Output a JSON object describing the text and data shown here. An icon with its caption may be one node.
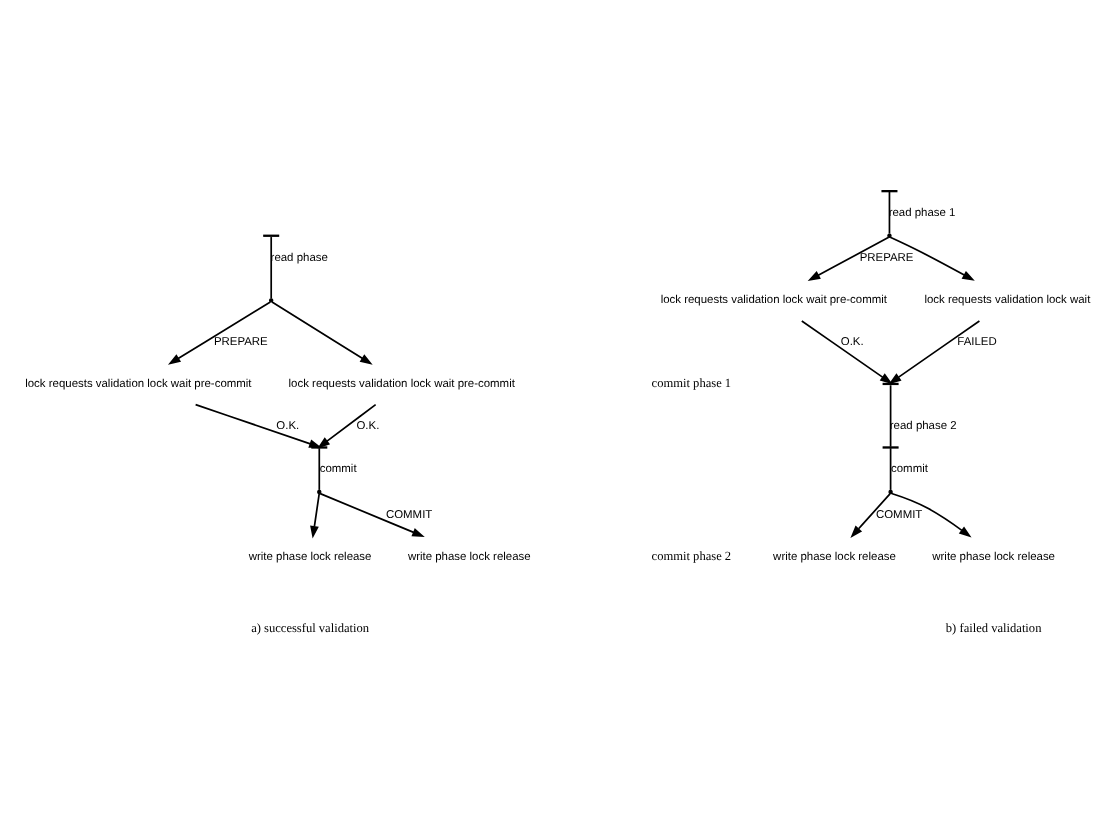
{
  "diagram": {
    "nodes": [
      {
        "text": [],
        "shape": "bar"
      },
      {
        "text": [],
        "shape": "point"
      },
      {
        "text": [
          "lock requests validation lock wait pre-commit"
        ]
      },
      {
        "text": [
          "lock requests validation lock wait pre-commit"
        ]
      },
      {
        "text": [],
        "shape": "bar"
      },
      {
        "text": [],
        "shape": "point"
      },
      {
        "text": [
          "write phase lock release"
        ]
      },
      {
        "text": [
          "write phase lock release"
        ]
      },
      {
        "text": [],
        "shape": "bar"
      },
      {
        "text": [],
        "shape": "point"
      },
      {
        "text": [
          "lock requests validation lock wait pre-commit"
        ]
      },
      {
        "text": [
          "lock requests validation lock wait"
        ]
      },
      {
        "text": [],
        "shape": "bar"
      },
      {
        "text": [],
        "shape": "bar"
      },
      {
        "text": [],
        "shape": "point"
      },
      {
        "text": [
          "write phase lock release"
        ]
      },
      {
        "text": [
          "write phase lock release"
        ]
      }
    ],
    "edges": [
      {
        "from": 0,
        "to": 1,
        "arrow": "none",
        "label": "read phase"
      },
      {
        "from": 1,
        "to": 2,
        "arrow": "to",
        "label": "PREPARE"
      },
      {
        "from": 1,
        "to": 3,
        "arrow": "to"
      },
      {
        "from": 2,
        "to": 4,
        "arrow": "to",
        "label": "O.K."
      },
      {
        "from": 3,
        "to": 4,
        "arrow": "to",
        "label": "O.K."
      },
      {
        "from": 4,
        "to": 5,
        "arrow": "none",
        "label": "commit"
      },
      {
        "from": 5,
        "to": 6,
        "arrow": "to"
      },
      {
        "from": 5,
        "to": 7,
        "arrow": "to",
        "label": "COMMIT"
      },
      {
        "from": 8,
        "to": 9,
        "arrow": "none",
        "label": "read phase 1"
      },
      {
        "from": 9,
        "to": 10,
        "arrow": "to",
        "label": "PREPARE"
      },
      {
        "from": 9,
        "to": 11,
        "arrow": "to"
      },
      {
        "from": 10,
        "to": 12,
        "arrow": "to",
        "label": "O.K."
      },
      {
        "from": 11,
        "to": 12,
        "arrow": "to",
        "label": "FAILED"
      },
      {
        "from": 12,
        "to": 13,
        "arrow": "none",
        "label": "read phase 2"
      },
      {
        "from": 13,
        "to": 14,
        "arrow": "none",
        "label": "commit"
      },
      {
        "from": 14,
        "to": 15,
        "arrow": "to",
        "label": "COMMIT"
      },
      {
        "from": 14,
        "to": 16,
        "arrow": "to"
      }
    ],
    "labels": [
      "commit phase 1",
      "commit phase 2",
      "a) successful validation",
      "b) failed validation"
    ]
  }
}
